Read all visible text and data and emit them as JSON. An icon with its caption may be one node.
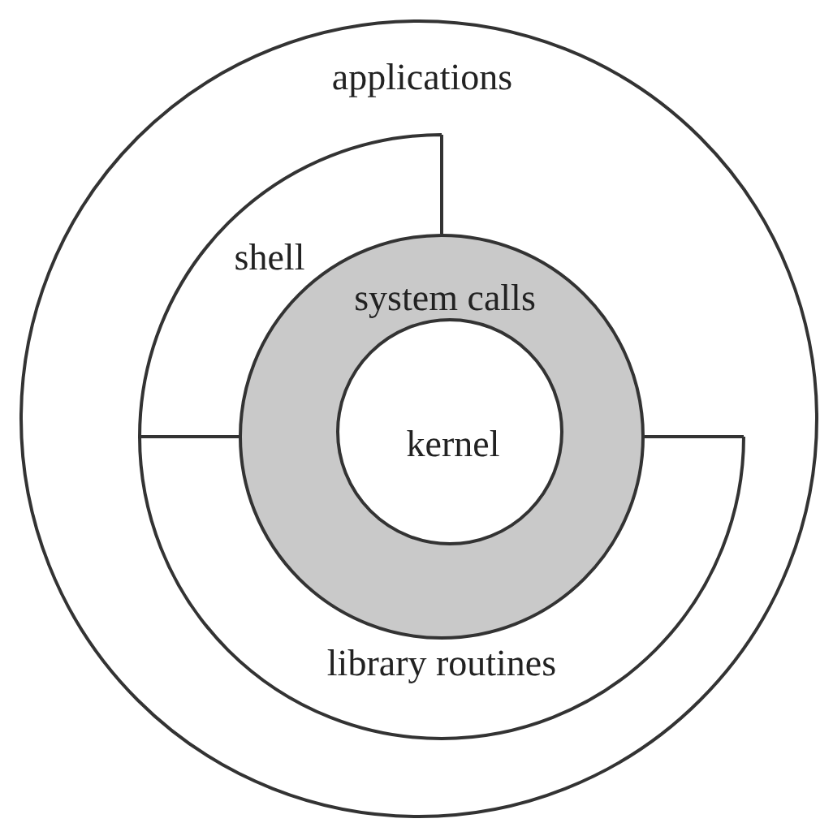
{
  "diagram": {
    "nodes": [
      {
        "text": [
          "applications"
        ]
      },
      {
        "text": [
          "shell"
        ],
        "in": 0
      },
      {
        "text": [
          "library routines"
        ],
        "in": 0
      },
      {
        "text": [
          "system calls"
        ],
        "in": 0
      },
      {
        "text": [
          "kernel"
        ],
        "in": 3
      }
    ],
    "edges": []
  }
}
